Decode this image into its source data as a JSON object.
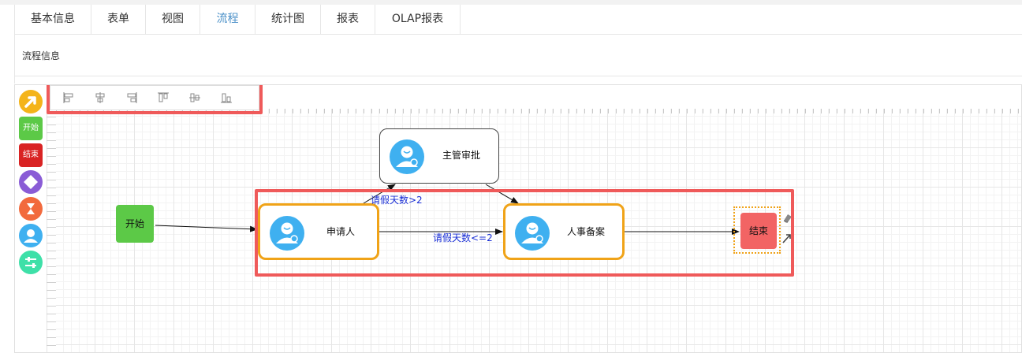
{
  "tabs": [
    {
      "label": "基本信息",
      "active": false
    },
    {
      "label": "表单",
      "active": false
    },
    {
      "label": "视图",
      "active": false
    },
    {
      "label": "流程",
      "active": true
    },
    {
      "label": "统计图",
      "active": false
    },
    {
      "label": "报表",
      "active": false
    },
    {
      "label": "OLAP报表",
      "active": false
    }
  ],
  "section_title": "流程信息",
  "palette": {
    "start_label": "开始",
    "end_label": "结束"
  },
  "nodes": {
    "start": "开始",
    "applicant": "申请人",
    "manager_approval": "主管审批",
    "hr_record": "人事备案",
    "end": "结束"
  },
  "edges": {
    "leave_gt_2": "请假天数>2",
    "leave_le_2": "请假天数<=2"
  },
  "colors": {
    "accent_tab": "#4a90c8",
    "highlight": "#ef5a5a",
    "task_border": "#f0a318",
    "start_node": "#5cc947",
    "end_node": "#f26464",
    "user_avatar": "#3fb0f0",
    "edge_label": "#1a2fd6"
  }
}
